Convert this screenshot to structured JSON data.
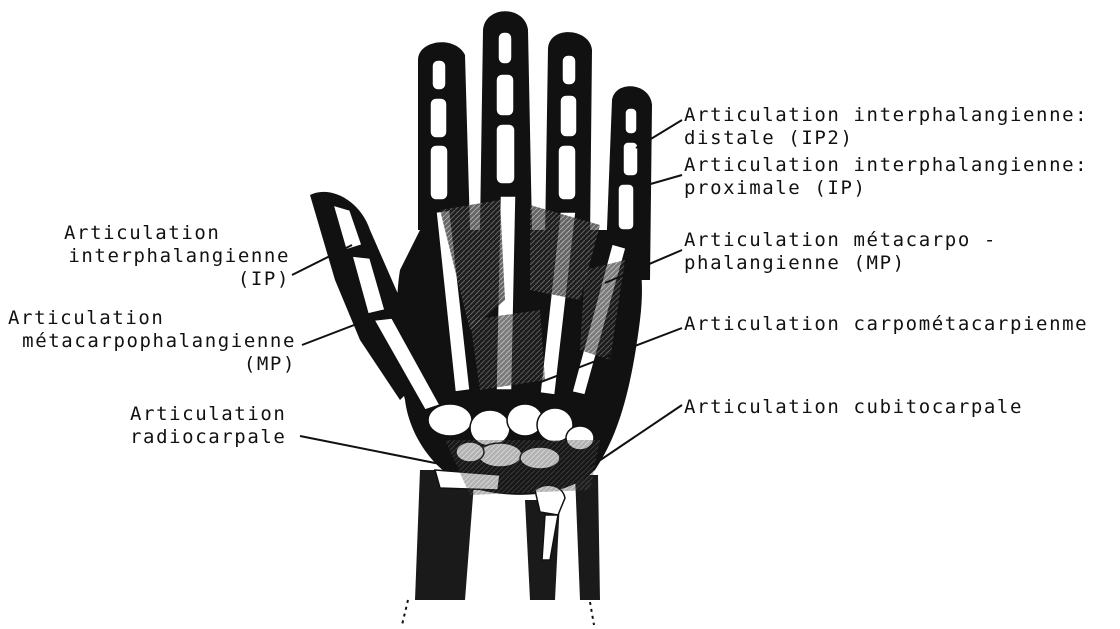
{
  "labels": {
    "ip2_line1": "Articulation interphalangienne:",
    "ip2_line2": "distale (IP2)",
    "ip_finger_line1": "Articulation interphalangienne:",
    "ip_finger_line2": "proximale (IP)",
    "mp_finger_line1": "Articulation métacarpo -",
    "mp_finger_line2": "phalangienne (MP)",
    "carpometa": "Articulation carpométacarpienme",
    "cubito": "Articulation cubitocarpale",
    "thumb_ip_line1": "Articulation",
    "thumb_ip_line2": "interphalangienne",
    "thumb_ip_line3": "(IP)",
    "thumb_mp_line1": "Articulation",
    "thumb_mp_line2": "métacarpophalangienne",
    "thumb_mp_line3": "(MP)",
    "radio_line1": "Articulation",
    "radio_line2": "radiocarpale"
  },
  "colors": {
    "ink": "#111111",
    "bone": "#ffffff",
    "shade": "#555555"
  }
}
